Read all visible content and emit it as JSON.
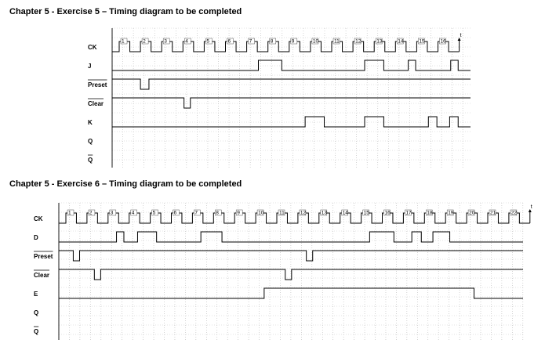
{
  "diagrams": [
    {
      "title": "Chapter 5 - Exercise 5 – Timing diagram to be completed",
      "time_label": "t",
      "clock_pulses": [
        "1",
        "2",
        "3",
        "4",
        "5",
        "6",
        "7",
        "8",
        "9",
        "10",
        "11",
        "12",
        "13",
        "14",
        "15",
        "16"
      ],
      "signals": [
        {
          "name": "CK",
          "overbar": false,
          "type": "clock"
        },
        {
          "name": "J",
          "overbar": false,
          "type": "pulses",
          "initial": 0,
          "high_intervals": [
            [
              6.55,
              7.65
            ],
            [
              11.55,
              12.45
            ],
            [
              13.6,
              13.95
            ],
            [
              15.6,
              15.95
            ]
          ]
        },
        {
          "name": "Preset",
          "overbar": true,
          "type": "pulses",
          "initial": 1,
          "low_intervals": [
            [
              1.0,
              1.4
            ]
          ]
        },
        {
          "name": "Clear",
          "overbar": true,
          "type": "pulses",
          "initial": 1,
          "low_intervals": [
            [
              3.05,
              3.35
            ]
          ]
        },
        {
          "name": "K",
          "overbar": false,
          "type": "pulses",
          "initial": 0,
          "high_intervals": [
            [
              8.75,
              9.65
            ],
            [
              11.55,
              12.45
            ],
            [
              14.55,
              14.95
            ],
            [
              15.55,
              15.95
            ]
          ]
        },
        {
          "name": "Q",
          "overbar": false,
          "type": "empty"
        },
        {
          "name": "Q",
          "overbar": true,
          "type": "empty"
        }
      ]
    },
    {
      "title": "Chapter 5 - Exercise 6 – Timing diagram to be completed",
      "time_label": "t",
      "clock_pulses": [
        "1",
        "2",
        "3",
        "4",
        "5",
        "6",
        "7",
        "8",
        "9",
        "10",
        "11",
        "12",
        "13",
        "14",
        "15",
        "16",
        "17",
        "18",
        "19",
        "20",
        "21",
        "22"
      ],
      "signals": [
        {
          "name": "CK",
          "overbar": false,
          "type": "clock"
        },
        {
          "name": "D",
          "overbar": false,
          "type": "pulses",
          "initial": 0,
          "high_intervals": [
            [
              2.4,
              2.75
            ],
            [
              3.4,
              4.3
            ],
            [
              6.4,
              7.4
            ],
            [
              14.4,
              15.55
            ],
            [
              16.4,
              16.85
            ],
            [
              17.4,
              18.2
            ]
          ]
        },
        {
          "name": "Preset",
          "overbar": true,
          "type": "pulses",
          "initial": 1,
          "low_intervals": [
            [
              0.35,
              0.65
            ],
            [
              11.4,
              11.7
            ]
          ]
        },
        {
          "name": "Clear",
          "overbar": true,
          "type": "pulses",
          "initial": 1,
          "low_intervals": [
            [
              1.35,
              1.65
            ],
            [
              10.4,
              10.7
            ]
          ]
        },
        {
          "name": "E",
          "overbar": false,
          "type": "pulses",
          "initial": 0,
          "high_intervals": [
            [
              9.4,
              19.35
            ]
          ]
        },
        {
          "name": "Q",
          "overbar": false,
          "type": "empty"
        },
        {
          "name": "Q",
          "overbar": true,
          "type": "empty"
        }
      ]
    }
  ]
}
